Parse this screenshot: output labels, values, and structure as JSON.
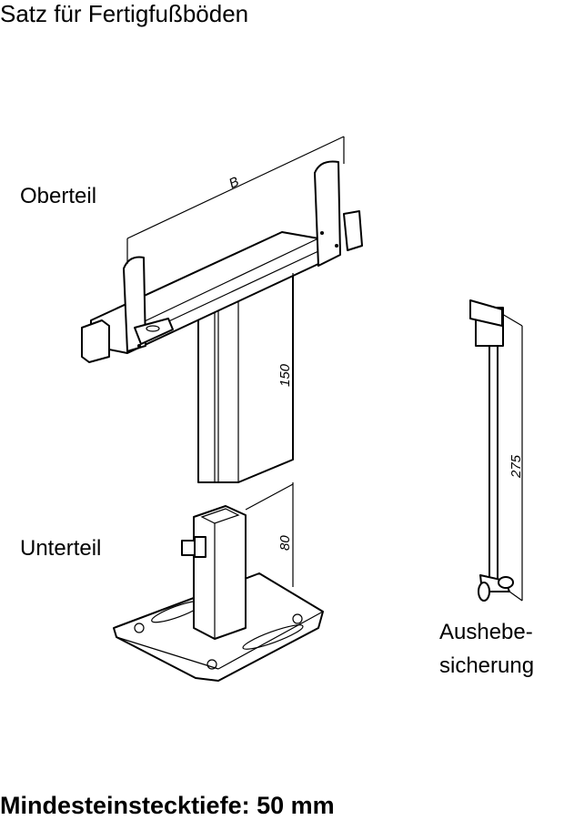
{
  "title": "Satz für Fertigfußböden",
  "labels": {
    "upper_part": "Oberteil",
    "lower_part": "Unterteil",
    "pin_line1": "Aushebe-",
    "pin_line2": "sicherung"
  },
  "dimensions": {
    "width": "B",
    "upper_height": "150",
    "lower_height": "80",
    "pin_length": "275"
  },
  "footer": "Mindesteinstecktiefe: 50 mm"
}
